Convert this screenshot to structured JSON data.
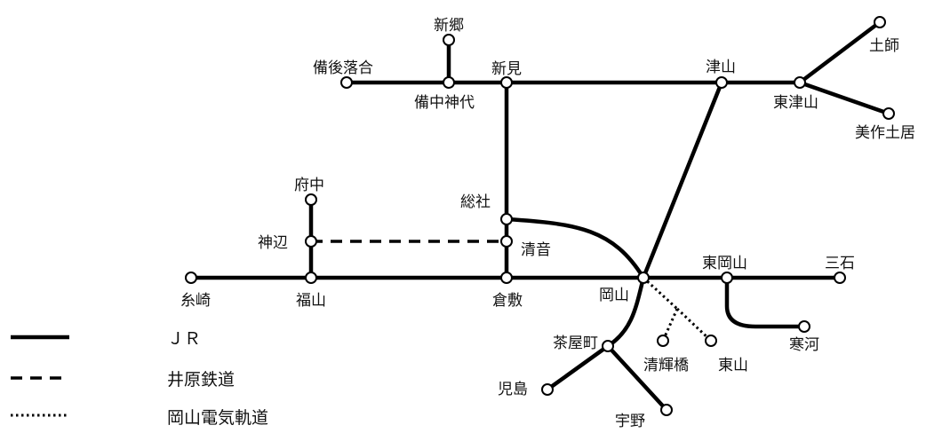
{
  "stations": [
    {
      "id": "itozaki",
      "name": "糸崎"
    },
    {
      "id": "fukuyama",
      "name": "福山"
    },
    {
      "id": "kannabe",
      "name": "神辺"
    },
    {
      "id": "fuchu",
      "name": "府中"
    },
    {
      "id": "kurashiki",
      "name": "倉敷"
    },
    {
      "id": "kiyone",
      "name": "清音"
    },
    {
      "id": "soja",
      "name": "総社"
    },
    {
      "id": "niimi",
      "name": "新見"
    },
    {
      "id": "bitchu_kojiro",
      "name": "備中神代"
    },
    {
      "id": "bingo_ochiai",
      "name": "備後落合"
    },
    {
      "id": "shingo",
      "name": "新郷"
    },
    {
      "id": "tsuyama",
      "name": "津山"
    },
    {
      "id": "higashi_tsuyama",
      "name": "東津山"
    },
    {
      "id": "hiji",
      "name": "土師"
    },
    {
      "id": "mimasaka_doi",
      "name": "美作土居"
    },
    {
      "id": "okayama",
      "name": "岡山"
    },
    {
      "id": "higashi_okayama",
      "name": "東岡山"
    },
    {
      "id": "mitsuishi",
      "name": "三石"
    },
    {
      "id": "sakoh",
      "name": "寒河"
    },
    {
      "id": "chayamachi",
      "name": "茶屋町"
    },
    {
      "id": "kojima",
      "name": "児島"
    },
    {
      "id": "uno",
      "name": "宇野"
    },
    {
      "id": "seikibashi",
      "name": "清輝橋"
    },
    {
      "id": "higashiyama",
      "name": "東山"
    }
  ],
  "lines": {
    "jr": {
      "label": "ＪＲ",
      "style": "solid",
      "color": "#000000"
    },
    "ibara": {
      "label": "井原鉄道",
      "style": "dashed",
      "color": "#000000"
    },
    "okaden": {
      "label": "岡山電気軌道",
      "style": "dotted",
      "color": "#000000"
    }
  },
  "legend": [
    "jr",
    "ibara",
    "okaden"
  ]
}
